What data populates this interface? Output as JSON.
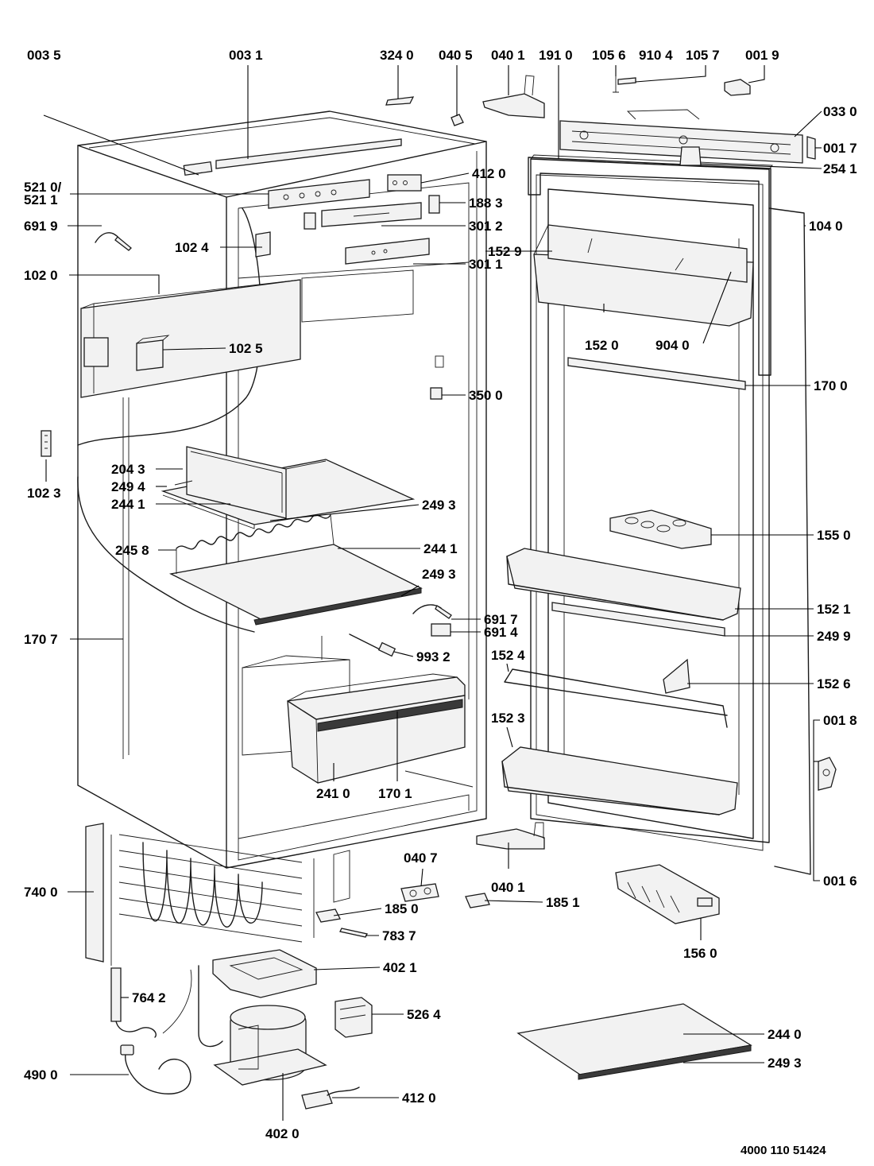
{
  "callouts": [
    {
      "label": "003 5"
    },
    {
      "label": "003 1"
    },
    {
      "label": "324 0"
    },
    {
      "label": "040 5"
    },
    {
      "label": "040 1"
    },
    {
      "label": "191 0"
    },
    {
      "label": "105 6"
    },
    {
      "label": "910 4"
    },
    {
      "label": "105 7"
    },
    {
      "label": "001 9"
    },
    {
      "label": "033 0"
    },
    {
      "label": "001 7"
    },
    {
      "label": "254 1"
    },
    {
      "label": "412 0"
    },
    {
      "label": "521 0/"
    },
    {
      "label": "521 1"
    },
    {
      "label": "188 3"
    },
    {
      "label": "301 2"
    },
    {
      "label": "104 0"
    },
    {
      "label": "691 9"
    },
    {
      "label": "102 4"
    },
    {
      "label": "152 9"
    },
    {
      "label": "301 1"
    },
    {
      "label": "102 0"
    },
    {
      "label": "102 5"
    },
    {
      "label": "152 0"
    },
    {
      "label": "904 0"
    },
    {
      "label": "170 0"
    },
    {
      "label": "350 0"
    },
    {
      "label": "204 3"
    },
    {
      "label": "249 4"
    },
    {
      "label": "244 1"
    },
    {
      "label": "102 3"
    },
    {
      "label": "249 3"
    },
    {
      "label": "155 0"
    },
    {
      "label": "245 8"
    },
    {
      "label": "244 1"
    },
    {
      "label": "249 3"
    },
    {
      "label": "691 7"
    },
    {
      "label": "152 1"
    },
    {
      "label": "691 4"
    },
    {
      "label": "249 9"
    },
    {
      "label": "170 7"
    },
    {
      "label": "993 2"
    },
    {
      "label": "152 4"
    },
    {
      "label": "152 6"
    },
    {
      "label": "152 3"
    },
    {
      "label": "001 8"
    },
    {
      "label": "241 0"
    },
    {
      "label": "170 1"
    },
    {
      "label": "040 7"
    },
    {
      "label": "040 1"
    },
    {
      "label": "001 6"
    },
    {
      "label": "740 0"
    },
    {
      "label": "185 0"
    },
    {
      "label": "185 1"
    },
    {
      "label": "783 7"
    },
    {
      "label": "156 0"
    },
    {
      "label": "402 1"
    },
    {
      "label": "764 2"
    },
    {
      "label": "526 4"
    },
    {
      "label": "244 0"
    },
    {
      "label": "490 0"
    },
    {
      "label": "249 3"
    },
    {
      "label": "412 0"
    },
    {
      "label": "402 0"
    }
  ],
  "document_number": "4000 110 51424"
}
